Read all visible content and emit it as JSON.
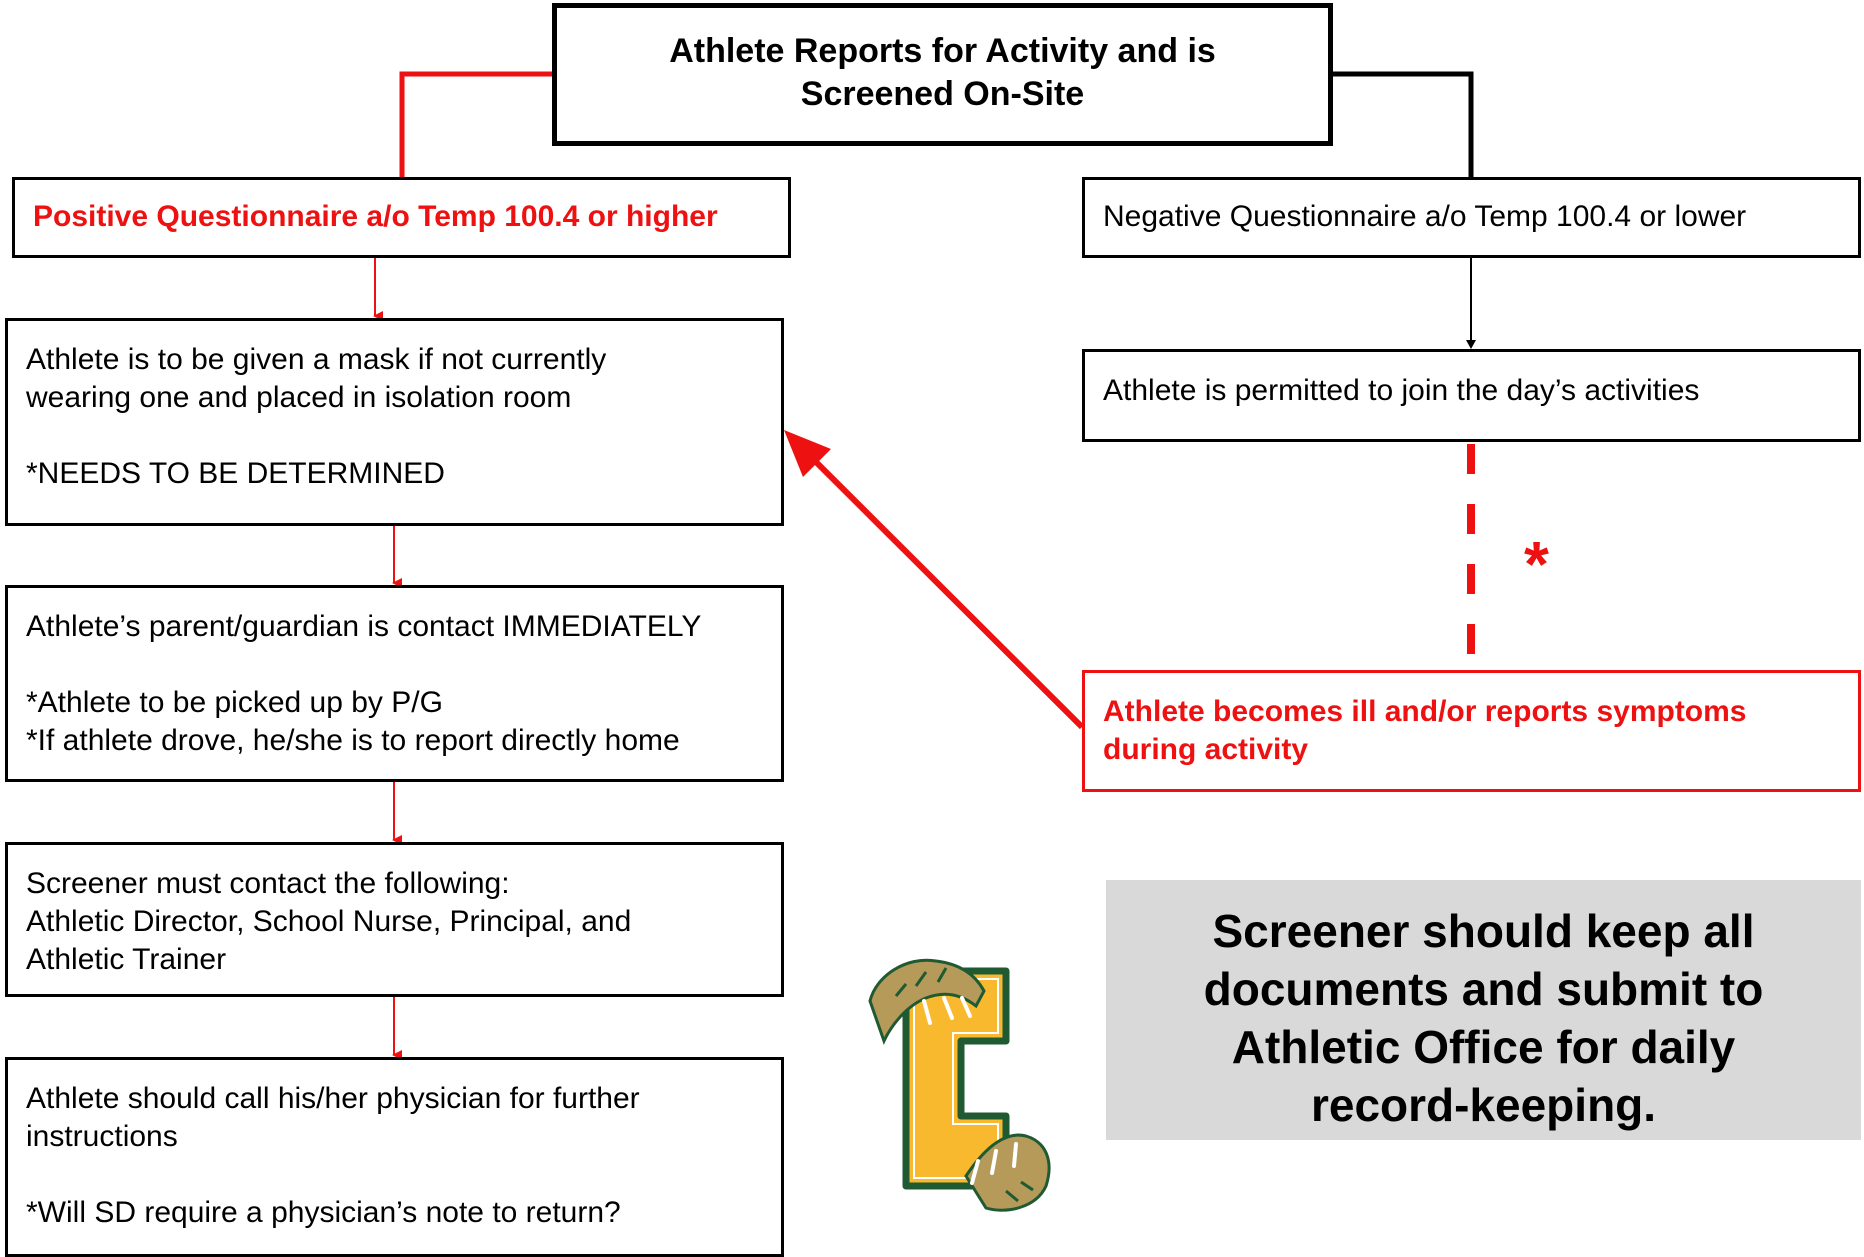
{
  "top": {
    "lines": [
      "Athlete Reports for Activity and is",
      "Screened On-Site"
    ]
  },
  "positive": {
    "text": "Positive Questionnaire a/o Temp 100.4 or higher"
  },
  "negative": {
    "text": "Negative Questionnaire a/o Temp 100.4 or lower"
  },
  "mask": {
    "lines": [
      "Athlete is to be given a mask if not currently",
      "wearing one and placed in isolation room"
    ],
    "note": "*NEEDS TO BE DETERMINED"
  },
  "parent": {
    "line1": "Athlete’s parent/guardian is contact IMMEDIATELY",
    "notes": [
      "*Athlete to be picked up by P/G",
      "*If athlete drove, he/she is to report directly home"
    ]
  },
  "screener": {
    "lines": [
      "Screener must contact the following:",
      "Athletic Director, School Nurse, Principal, and",
      "Athletic Trainer"
    ]
  },
  "physician": {
    "lines": [
      "Athlete should call his/her physician for further",
      "instructions"
    ],
    "note": "*Will SD require a physician’s note to return?"
  },
  "permitted": {
    "text": "Athlete is permitted to join the day’s activities"
  },
  "ill": {
    "lines": [
      "Athlete becomes ill and/or reports symptoms",
      "during activity"
    ]
  },
  "asterisk": "*",
  "note_box": {
    "lines": [
      "Screener should keep all",
      "documents and submit to",
      "Athletic Office for daily",
      "record-keeping."
    ]
  },
  "logo": {
    "icon": "c-claw-logo-icon",
    "letter": "C",
    "colors": {
      "fill": "#f8b92e",
      "outline": "#1f5a32",
      "claw": "#b59a5a"
    }
  },
  "colors": {
    "red": "#ee1111",
    "black": "#000000",
    "note_bg": "#d9d9d9"
  }
}
